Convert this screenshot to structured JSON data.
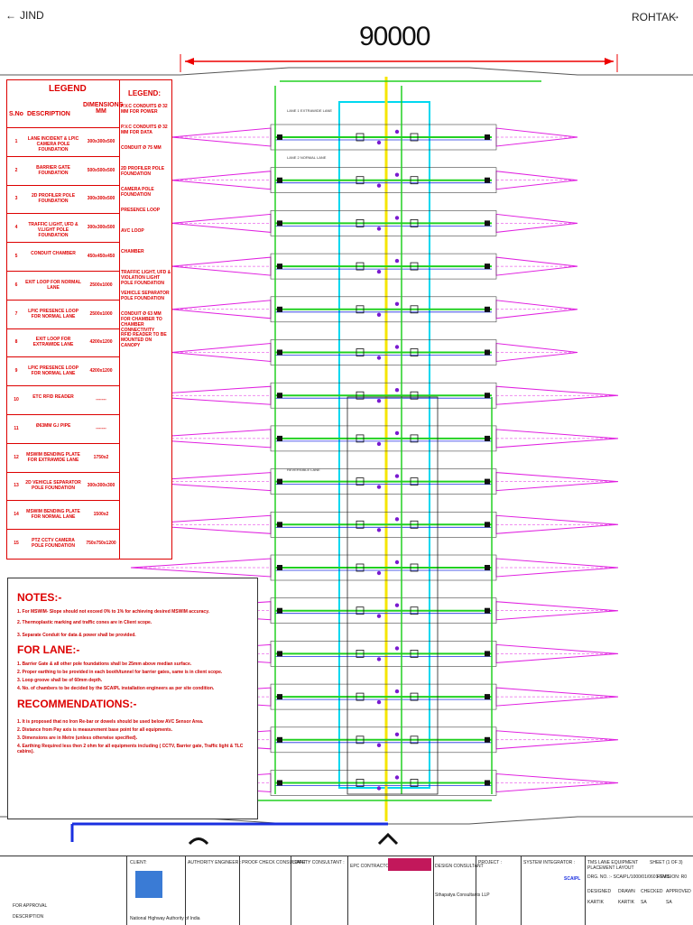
{
  "header": {
    "left_city": "JIND",
    "right_city": "ROHTAK",
    "dimension": "90000"
  },
  "legend": {
    "title": "LEGEND",
    "col_sno": "S.No",
    "col_desc": "DESCRIPTION",
    "col_dim": "DIMENSIONS MM",
    "rows": [
      {
        "sn": "1",
        "desc": "LANE INCIDENT & LPIC CAMERA POLE FOUNDATION",
        "dim": "300x300x500"
      },
      {
        "sn": "2",
        "desc": "BARRIER GATE FOUNDATION",
        "dim": "500x500x500"
      },
      {
        "sn": "3",
        "desc": "2D PROFILER POLE FOUNDATION",
        "dim": "300x300x500"
      },
      {
        "sn": "4",
        "desc": "TRAFFIC LIGHT, UFD & V.LIGHT POLE FOUNDATION",
        "dim": "300x300x500"
      },
      {
        "sn": "5",
        "desc": "CONDUIT CHAMBER",
        "dim": "450x450x450"
      },
      {
        "sn": "6",
        "desc": "EXIT LOOP FOR NORMAL LANE",
        "dim": "2500x1000"
      },
      {
        "sn": "7",
        "desc": "LPIC PRESENCE LOOP FOR NORMAL LANE",
        "dim": "2500x1000"
      },
      {
        "sn": "8",
        "desc": "EXIT LOOP FOR EXTRAWIDE LANE",
        "dim": "4200x1200"
      },
      {
        "sn": "9",
        "desc": "LPIC PRESENCE LOOP FOR NORMAL LANE",
        "dim": "4200x1200"
      },
      {
        "sn": "10",
        "desc": "ETC RFID READER",
        "dim": "-------"
      },
      {
        "sn": "11",
        "desc": "Ø63MM G.I PIPE",
        "dim": "-------"
      },
      {
        "sn": "12",
        "desc": "MSWIM BENDING PLATE FOR EXTRAWIDE LANE",
        "dim": "1750x2"
      },
      {
        "sn": "13",
        "desc": "2D VEHICLE SEPARATOR POLE FOUNDATION",
        "dim": "300x300x300"
      },
      {
        "sn": "14",
        "desc": "MSWIM BENDING PLATE FOR NORMAL LANE",
        "dim": "1500x2"
      },
      {
        "sn": "15",
        "desc": "PTZ CCTV CAMERA POLE FOUNDATION",
        "dim": "750x750x1200"
      }
    ],
    "right_title": "LEGEND:",
    "right_items": [
      "P.V.C CONDUITS Ø 32 MM FOR POWER",
      "P.V.C CONDUITS Ø 32 MM FOR DATA",
      "CONDUIT Ø 75 MM",
      "2D PROFILER POLE FOUNDATION",
      "CAMERA POLE FOUNDATION",
      "PRESENCE LOOP",
      "AVC LOOP",
      "CHAMBER",
      "TRAFFIC LIGHT, UFD & VIOLATION LIGHT POLE FOUNDATION",
      "VEHICLE SEPARATOR POLE FOUNDATION",
      "CONDUIT Ø 63 MM FOR CHAMBER TO CHAMBER CONNECTIVITY",
      "RFID READER TO BE MOUNTED ON CANOPY"
    ]
  },
  "notes": {
    "notes_title": "NOTES:-",
    "notes_items": [
      "1. For MSWIM- Slope should not exceed 0% to 1% for achieving desired MSWIM accuracy.",
      "2. Thermoplastic marking and traffic cones are in Client scope.",
      "3. Separate Conduit for data & power shall be provided."
    ],
    "lane_title": "FOR LANE:-",
    "lane_items": [
      "1. Barrier Gate & all other pole foundations shall be 25mm above median surface.",
      "2. Proper earthing to be provided in each booth/tunnel for barrier gates, same is in client scope.",
      "3. Loop groove shall be of 60mm depth.",
      "4. No. of chambers to be decided by the SCAIPL installation engineers as per site condition."
    ],
    "rec_title": "RECOMMENDATIONS:-",
    "rec_items": [
      "1. It is proposed that no Iron Re-bar or dowels should be used below AVC Sensor Area.",
      "2. Distance from Pay axis is measurement base point for all equipments.",
      "3. Dimensions are in Metre (unless otherwise specified).",
      "4. Earthing Required less then 2 ohm for all equipments including ( CCTV, Barrier gate, Traffic light & TLC cabins)."
    ]
  },
  "lane_labels": {
    "extrawide": "LANE 1 EXTRAWIDE LANE",
    "normal": "LANE 2 NORMAL LANE",
    "reversible": "REVERSIBLE LANE"
  },
  "titleblock": {
    "client_label": "CLIENT:",
    "client_name": "National Highway Authority of India",
    "authority_label": "AUTHORITY ENGINEER :",
    "proof_label": "PROOF CHECK CONSULTANT :",
    "safety_label": "SAFETY CONSULTANT :",
    "epc_label": "EPC CONTRACTOR :",
    "design_label": "DESIGN CONSULTANT",
    "project_label": "PROJECT :",
    "integrator_label": "SYSTEM INTEGRATOR :",
    "integrator_name": "SCAIPL",
    "drawing_title": "TMS LANE EQUIPMENT PLACEMENT LAYOUT",
    "sheet": "SHEET (1 OF 3)",
    "drg_no": "DRG. NO. :- SCAIPL/1000/01/0601-TMS",
    "revision": "REVISION: R0",
    "designed_label": "DESIGNED",
    "designed_by": "KARTIK",
    "drawn_label": "DRAWN",
    "drawn_by": "KARTIK",
    "checked_label": "CHECKED",
    "checked_by": "SA",
    "approved_label": "APPROVED",
    "approved_by": "SA",
    "for_approval": "FOR APPROVAL",
    "description": "DESCRIPTION",
    "design_consultant": "Sthapatya Consultants LLP"
  }
}
